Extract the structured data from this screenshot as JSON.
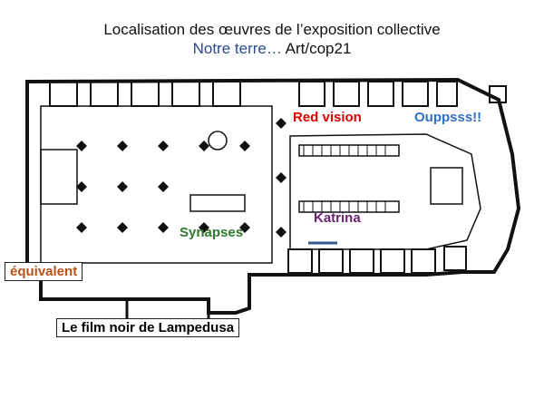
{
  "title": {
    "line1": "Localisation des œuvres de l’exposition collective",
    "line2_part1": "Notre terre…",
    "line2_part2": " Art/cop21"
  },
  "labels": {
    "red_vision": "Red vision",
    "ouppsss": "Ouppsss!!",
    "katrina": "Katrina",
    "synapses": "Synapses",
    "equivalent": "équivalent",
    "film": "Le film noir de Lampedusa"
  },
  "colors": {
    "red_vision": "#e00000",
    "ouppsss": "#2e6fc8",
    "katrina": "#6a1e6e",
    "synapses": "#2f7a2f",
    "equivalent": "#b8541a",
    "title_blue": "#2a4b8d"
  }
}
